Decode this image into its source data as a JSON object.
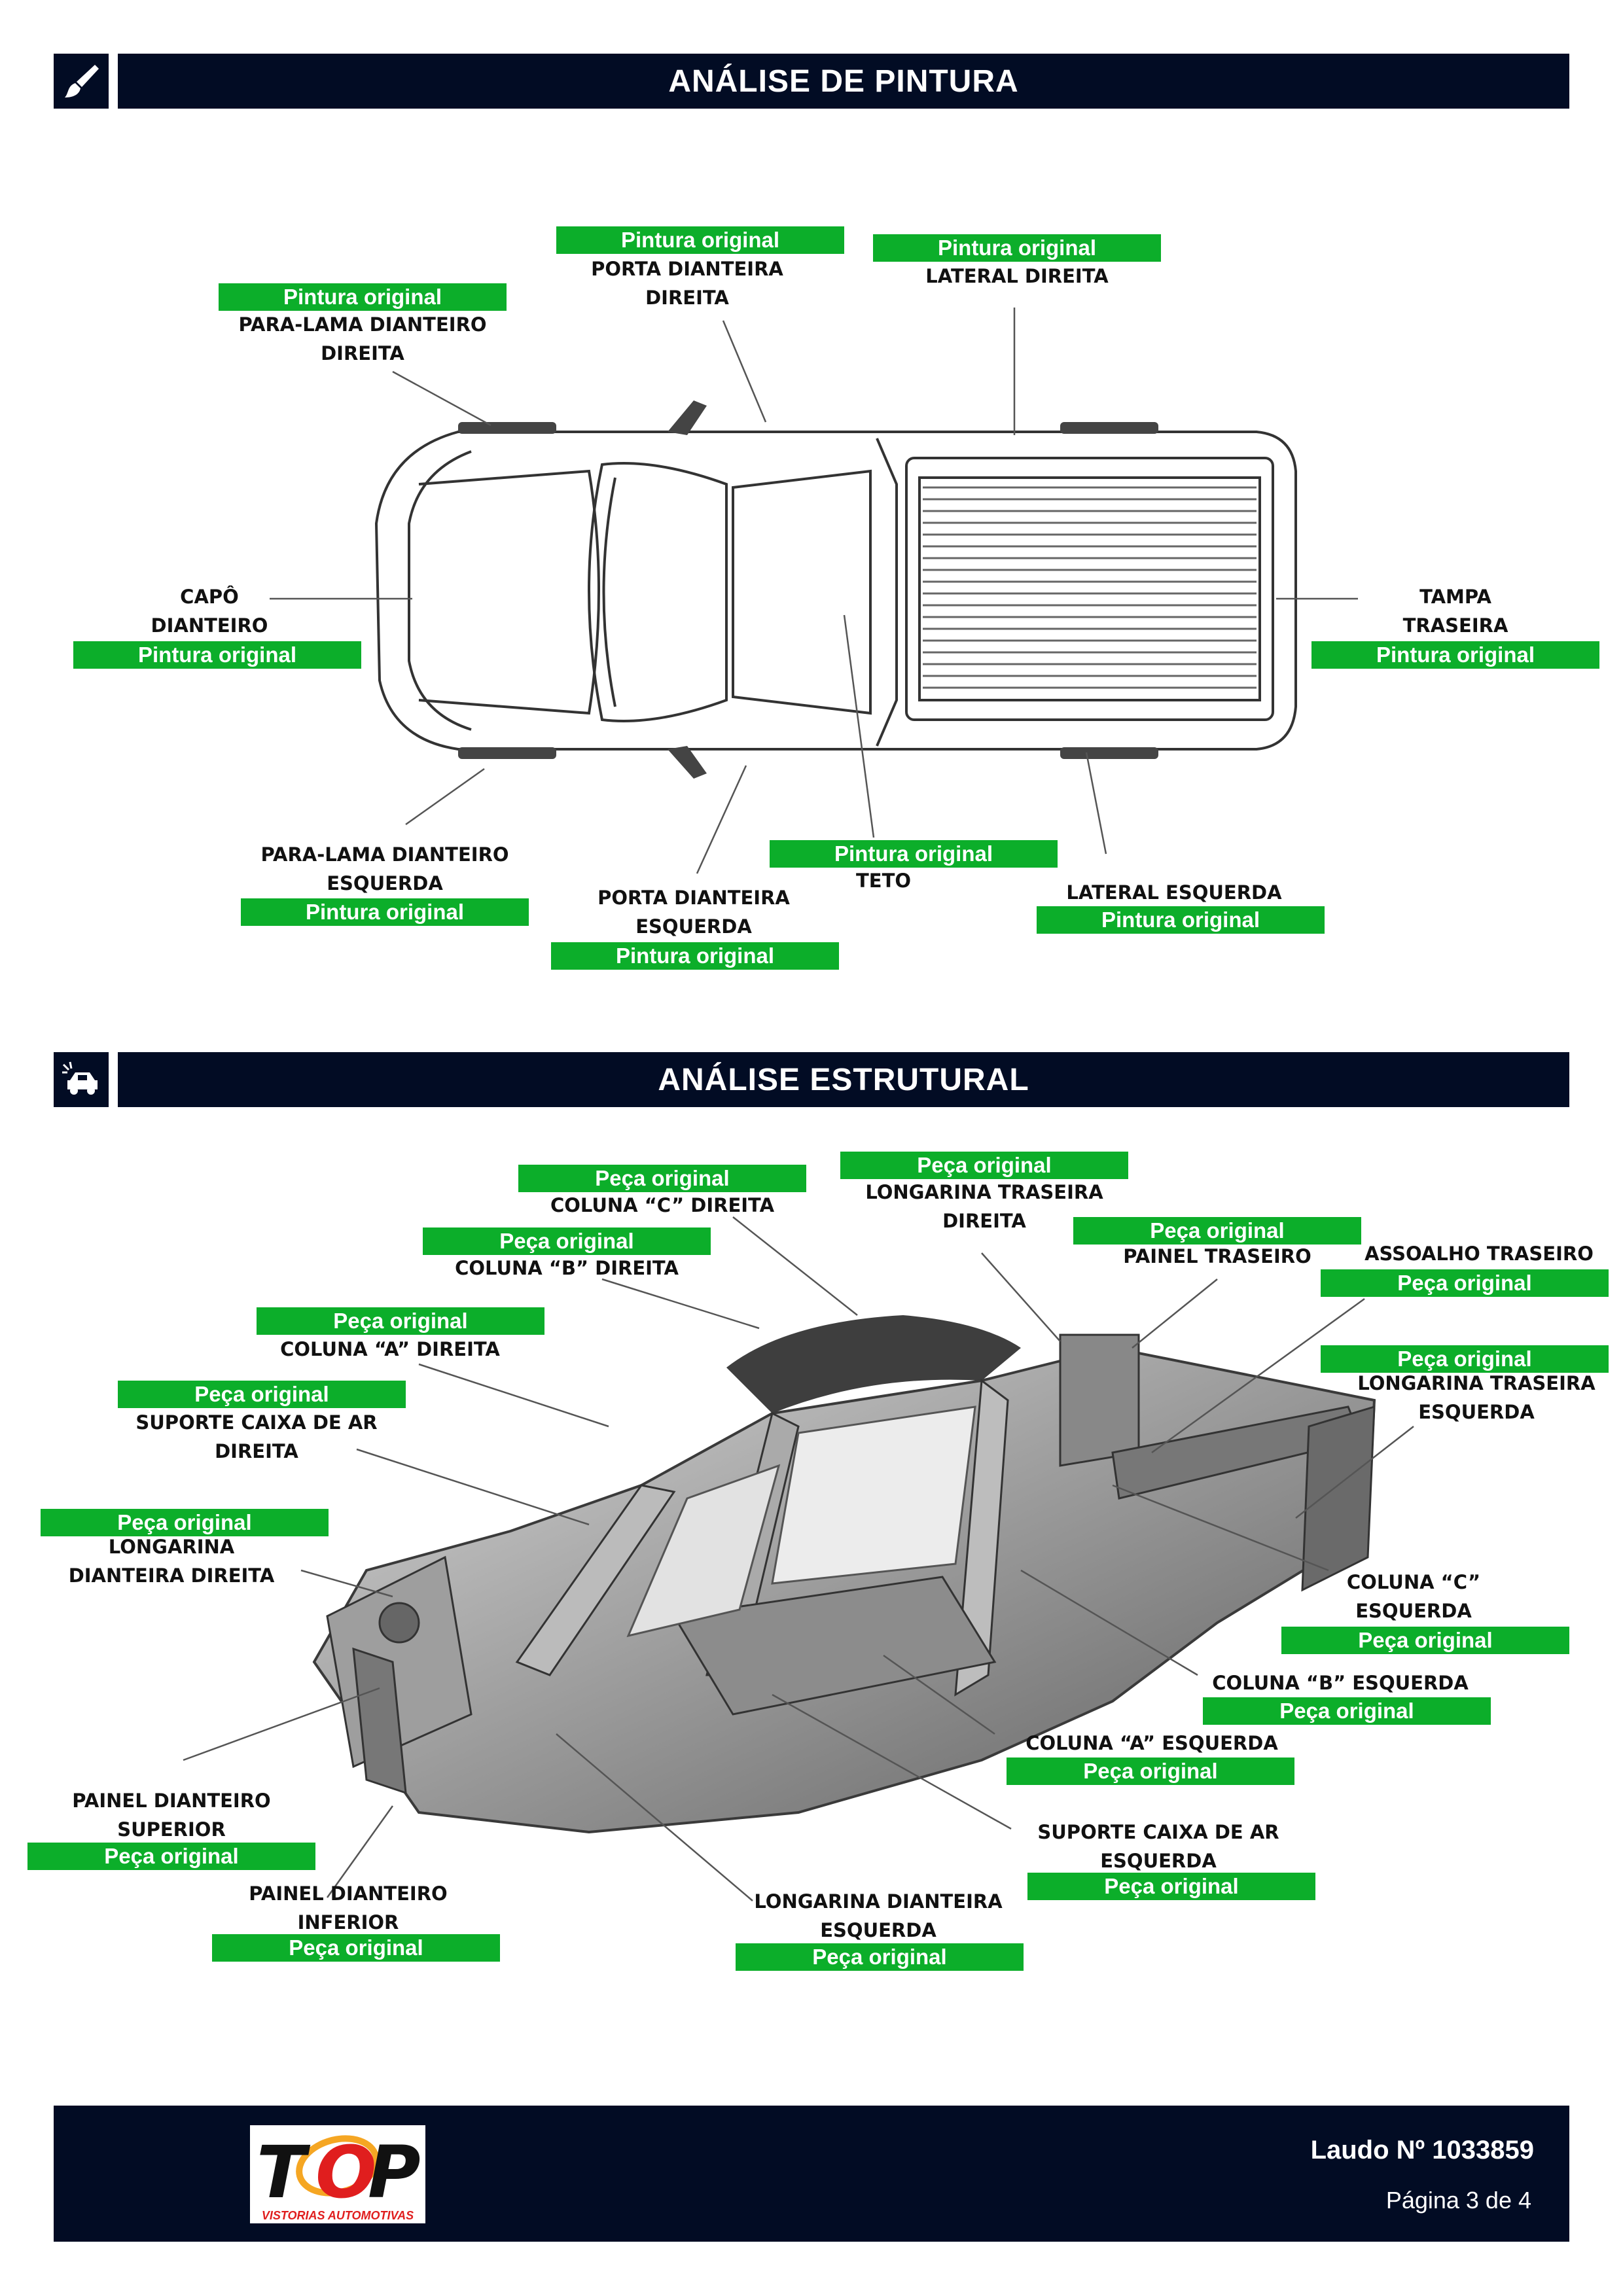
{
  "paint_section": {
    "title": "ANÁLISE DE PINTURA",
    "icon": "paintbrush-icon",
    "items": [
      {
        "name": "PARA-LAMA DIANTEIRO\nDIREITA",
        "status": "Pintura original"
      },
      {
        "name": "PORTA DIANTEIRA\nDIREITA",
        "status": "Pintura original"
      },
      {
        "name": "LATERAL DIREITA",
        "status": "Pintura original"
      },
      {
        "name": "CAPÔ\nDIANTEIRO",
        "status": "Pintura original"
      },
      {
        "name": "TAMPA\nTRASEIRA",
        "status": "Pintura original"
      },
      {
        "name": "TETO",
        "status": "Pintura original"
      },
      {
        "name": "PARA-LAMA DIANTEIRO\nESQUERDA",
        "status": "Pintura original"
      },
      {
        "name": "PORTA DIANTEIRA\nESQUERDA",
        "status": "Pintura original"
      },
      {
        "name": "LATERAL ESQUERDA",
        "status": "Pintura original"
      }
    ]
  },
  "structure_section": {
    "title": "ANÁLISE ESTRUTURAL",
    "icon": "car-crash-icon",
    "items": [
      {
        "name": "COLUNA “C” DIREITA",
        "status": "Peça original"
      },
      {
        "name": "LONGARINA TRASEIRA\nDIREITA",
        "status": "Peça original"
      },
      {
        "name": "COLUNA “B” DIREITA",
        "status": "Peça original"
      },
      {
        "name": "PAINEL TRASEIRO",
        "status": "Peça original"
      },
      {
        "name": "ASSOALHO TRASEIRO",
        "status": "Peça original"
      },
      {
        "name": "COLUNA “A” DIREITA",
        "status": "Peça original"
      },
      {
        "name": "LONGARINA TRASEIRA\nESQUERDA",
        "status": "Peça original"
      },
      {
        "name": "SUPORTE CAIXA DE AR\nDIREITA",
        "status": "Peça original"
      },
      {
        "name": "LONGARINA\nDIANTEIRA DIREITA",
        "status": "Peça original"
      },
      {
        "name": "COLUNA “C”\nESQUERDA",
        "status": "Peça original"
      },
      {
        "name": "COLUNA “B” ESQUERDA",
        "status": "Peça original"
      },
      {
        "name": "COLUNA “A” ESQUERDA",
        "status": "Peça original"
      },
      {
        "name": "PAINEL DIANTEIRO\nSUPERIOR",
        "status": "Peça original"
      },
      {
        "name": "SUPORTE CAIXA DE AR\nESQUERDA",
        "status": "Peça original"
      },
      {
        "name": "PAINEL DIANTEIRO\nINFERIOR",
        "status": "Peça original"
      },
      {
        "name": "LONGARINA DIANTEIRA\nESQUERDA",
        "status": "Peça original"
      }
    ]
  },
  "footer": {
    "logo_text": "TOP",
    "logo_subtext": "VISTORIAS AUTOMOTIVAS",
    "report_number": "Laudo Nº 1033859",
    "page": "Página 3 de 4"
  },
  "colors": {
    "header_bg": "#020c24",
    "status_green": "#0cae2a",
    "logo_red": "#e01e1e",
    "logo_orange": "#f5a623"
  }
}
